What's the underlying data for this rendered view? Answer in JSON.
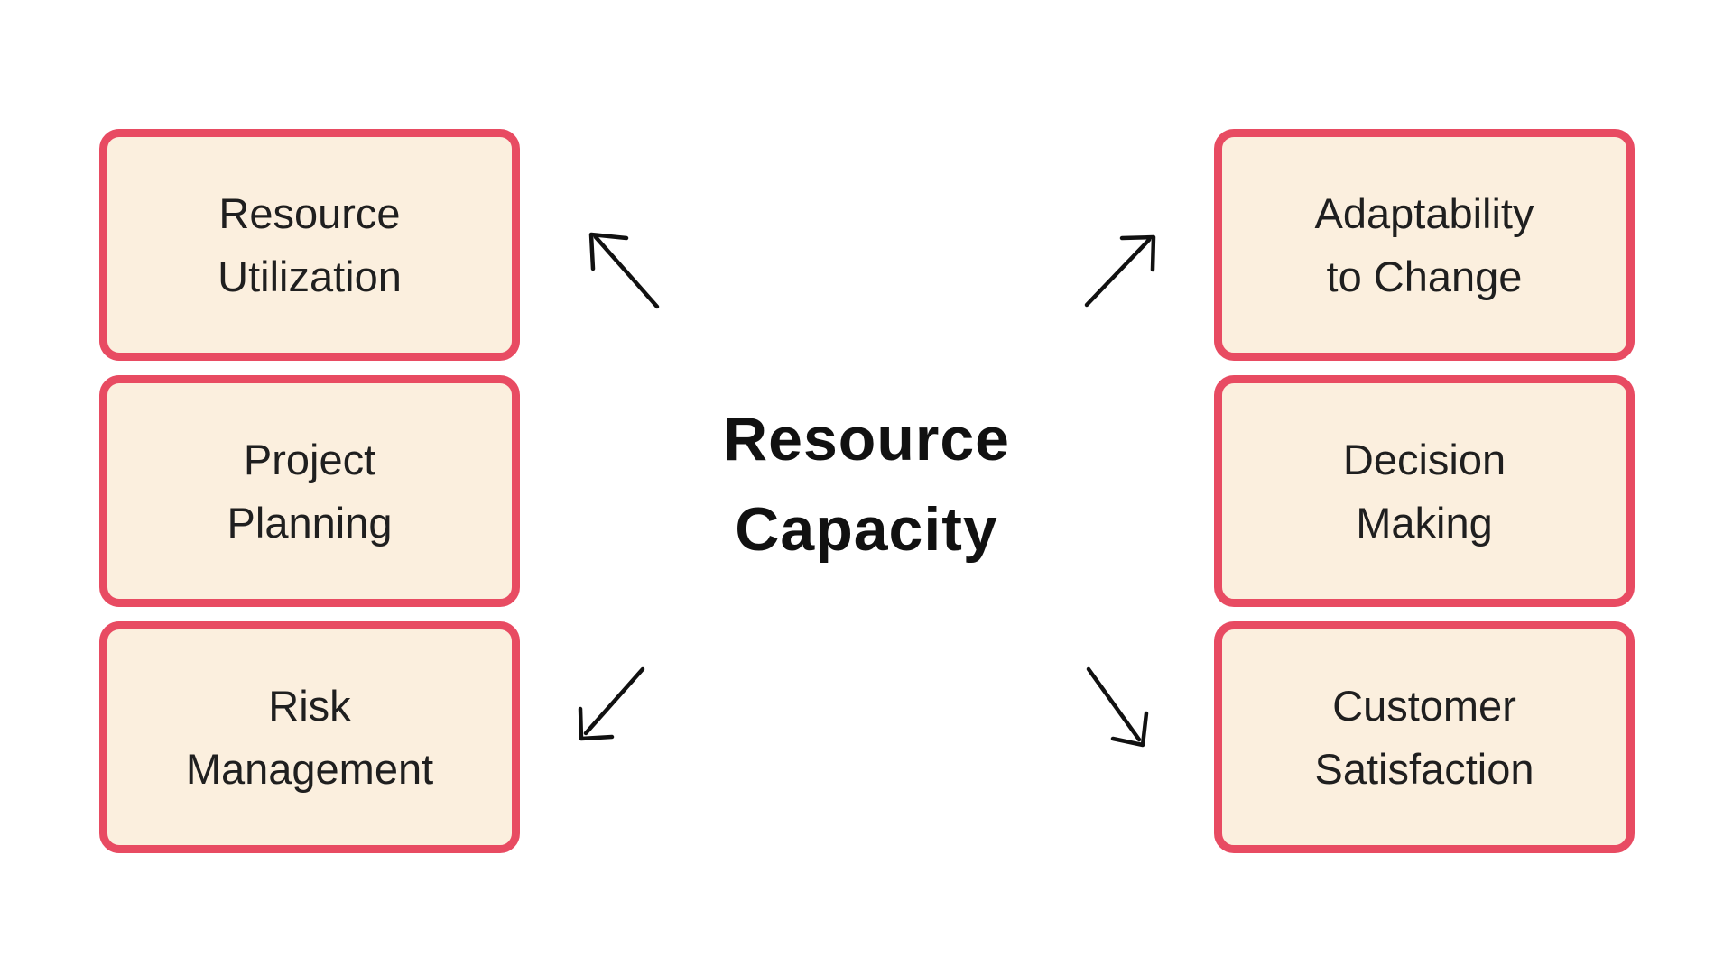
{
  "title": {
    "line1": "Resource",
    "line2": "Capacity"
  },
  "boxes": {
    "left": [
      {
        "id": "resource-utilization",
        "lines": [
          "Resource",
          "Utilization"
        ]
      },
      {
        "id": "project-planning",
        "lines": [
          "Project",
          "Planning"
        ]
      },
      {
        "id": "risk-management",
        "lines": [
          "Risk",
          "Management"
        ]
      }
    ],
    "right": [
      {
        "id": "adaptability-to-change",
        "lines": [
          "Adaptability",
          "to Change"
        ]
      },
      {
        "id": "decision-making",
        "lines": [
          "Decision",
          "Making"
        ]
      },
      {
        "id": "customer-satisfaction",
        "lines": [
          "Customer",
          "Satisfaction"
        ]
      }
    ]
  },
  "arrows": [
    {
      "name": "arrow-up-left-icon",
      "direction": "up-left"
    },
    {
      "name": "arrow-up-right-icon",
      "direction": "up-right"
    },
    {
      "name": "arrow-down-left-icon",
      "direction": "down-left"
    },
    {
      "name": "arrow-down-right-icon",
      "direction": "down-right"
    }
  ],
  "colors": {
    "box_border": "#E84B62",
    "box_fill": "#FBEFDE",
    "text": "#1F1F1F",
    "arrow": "#111111",
    "background": "#FFFFFF",
    "title_text": "#111111"
  }
}
